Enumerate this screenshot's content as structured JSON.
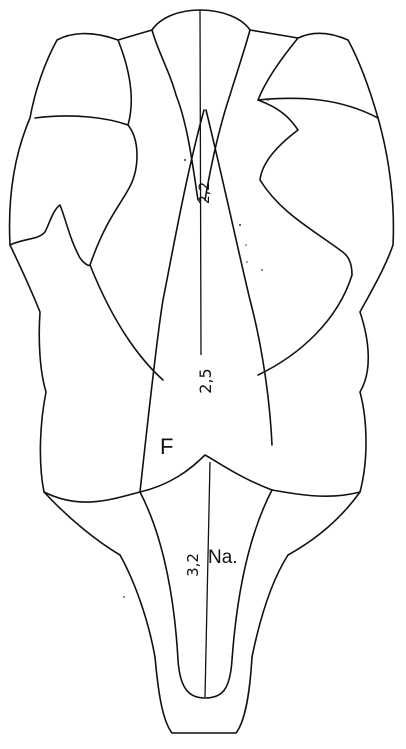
{
  "labels": {
    "frontal": "F",
    "nasal": "Na.",
    "measure_upper": "2,2",
    "measure_middle": "2,5",
    "measure_lower": "3,2"
  }
}
